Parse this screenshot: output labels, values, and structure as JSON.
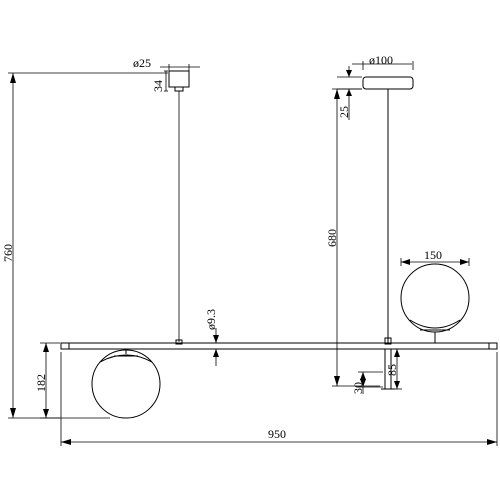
{
  "dimensions": {
    "canopy_small_diameter": "ø25",
    "canopy_small_height": "34",
    "canopy_large_diameter": "ø100",
    "canopy_large_height": "25",
    "total_height": "760",
    "suspension_height": "680",
    "bar_diameter": "ø9.3",
    "globe_diameter": "150",
    "lower_drop": "182",
    "stem_short": "30",
    "stem_long": "85",
    "total_width": "950"
  }
}
